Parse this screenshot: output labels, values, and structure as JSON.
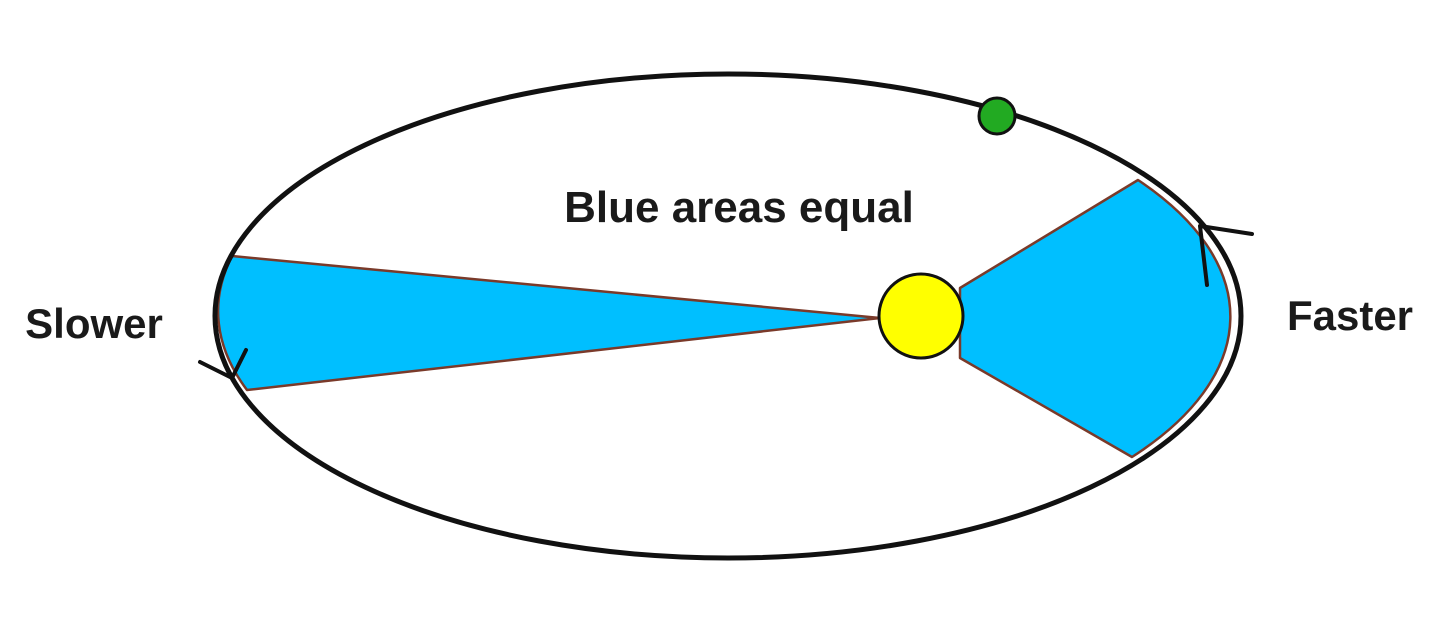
{
  "labels": {
    "center": "Blue areas equal",
    "left": "Slower",
    "right": "Faster"
  },
  "colors": {
    "sector_fill": "#00BFFF",
    "sun_fill": "#FFFF00",
    "planet_fill": "#22AA22",
    "orbit_stroke": "#111111",
    "background": "#FFFFFF"
  }
}
